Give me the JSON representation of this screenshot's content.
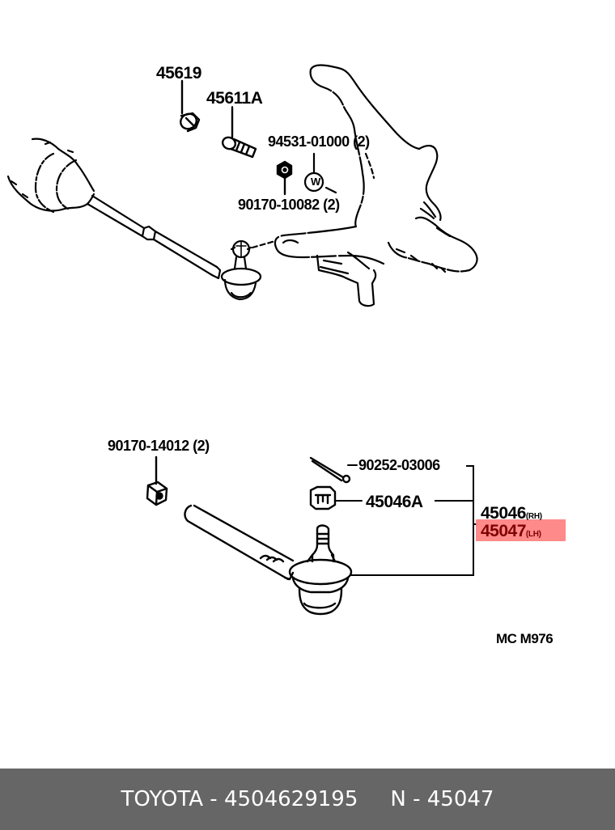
{
  "diagram": {
    "type": "exploded parts diagram",
    "subject": "steering tie rod end assembly",
    "upper_view": {
      "callouts": [
        {
          "id": "45619",
          "text": "45619"
        },
        {
          "id": "45611A",
          "text": "45611A"
        },
        {
          "id": "94531-01000",
          "text": "94531-01000 (2)"
        },
        {
          "id": "90170-10082",
          "text": "90170-10082 (2)"
        }
      ],
      "washer_symbol": "W"
    },
    "lower_view": {
      "callouts": [
        {
          "id": "90170-14012",
          "text": "90170-14012 (2)"
        },
        {
          "id": "90252-03006",
          "text": "90252-03006"
        },
        {
          "id": "45046A",
          "text": "45046A"
        }
      ],
      "assembly_group": [
        {
          "part": "45046",
          "suffix": "(RH)",
          "highlighted": false
        },
        {
          "part": "45047",
          "suffix": "(LH)",
          "highlighted": true
        }
      ]
    },
    "drawing_code": "MC  M976",
    "highlight_color": "#ff8080",
    "highlight_text_color": "#800000"
  },
  "footer": {
    "brand": "TOYOTA",
    "separator": " - ",
    "part_number": "4504629195",
    "n_label": "N - 45047",
    "background": "#666666",
    "text_color": "#ffffff"
  }
}
